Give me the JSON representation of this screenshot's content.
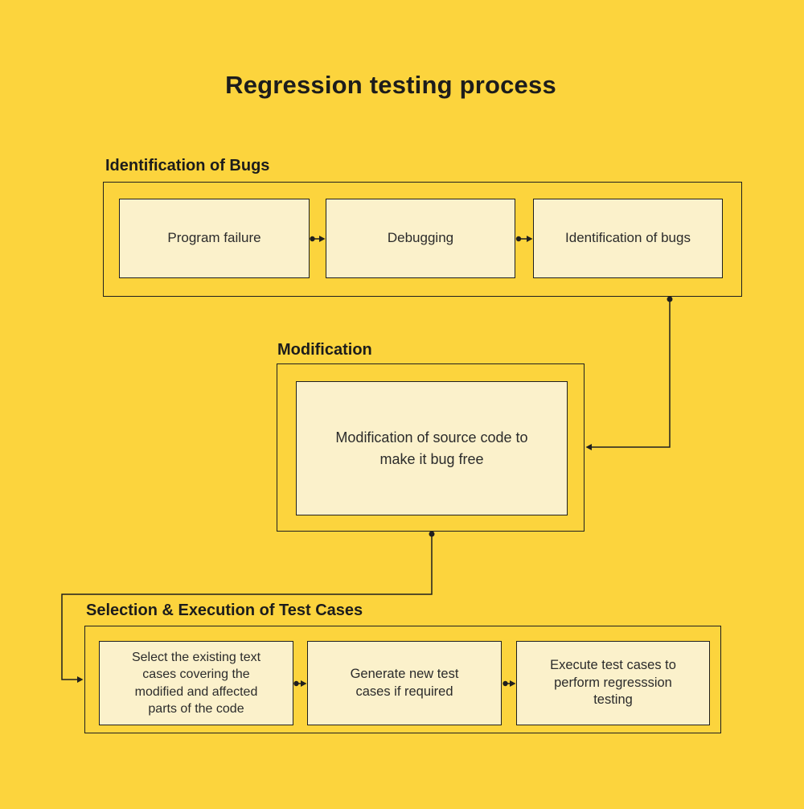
{
  "title": "Regression testing process",
  "theme": {
    "background": "#fcd43d",
    "node_fill": "#fbf1cb",
    "line_color": "#1f1f1f",
    "body_text_color": "#2b2b2b",
    "heading_color": "#1c1c1c"
  },
  "sections": [
    {
      "label": "Identification of Bugs",
      "boxes": [
        {
          "text": "Program failure"
        },
        {
          "text": "Debugging"
        },
        {
          "text": "Identification of bugs"
        }
      ]
    },
    {
      "label": "Modification",
      "boxes": [
        {
          "text": "Modification of source code to make it bug free"
        }
      ]
    },
    {
      "label": "Selection & Execution of Test Cases",
      "boxes": [
        {
          "text": "Select the existing text cases covering the modified and affected parts of the code"
        },
        {
          "text": "Generate new test cases if required"
        },
        {
          "text": "Execute test cases to perform regresssion testing"
        }
      ]
    }
  ],
  "flow": [
    {
      "from": "Program failure",
      "to": "Debugging"
    },
    {
      "from": "Debugging",
      "to": "Identification of bugs"
    },
    {
      "from": "Identification of Bugs",
      "to": "Modification"
    },
    {
      "from": "Modification",
      "to": "Selection & Execution of Test Cases"
    },
    {
      "from": "Select the existing text cases covering the modified and affected parts of the code",
      "to": "Generate new test cases if required"
    },
    {
      "from": "Generate new test cases if required",
      "to": "Execute test cases to perform regresssion testing"
    }
  ]
}
